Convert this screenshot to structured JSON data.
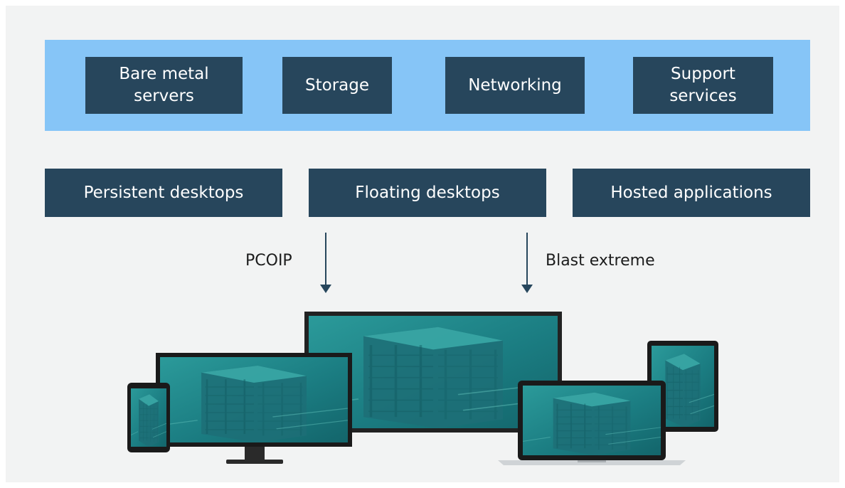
{
  "infrastructure": {
    "boxes": [
      {
        "label": "Bare metal\nservers"
      },
      {
        "label": "Storage"
      },
      {
        "label": "Networking"
      },
      {
        "label": "Support\nservices"
      }
    ]
  },
  "desktop_types": [
    {
      "label": "Persistent desktops"
    },
    {
      "label": "Floating desktops"
    },
    {
      "label": "Hosted applications"
    }
  ],
  "protocols": {
    "left": "PCOIP",
    "right": "Blast extreme"
  },
  "colors": {
    "background": "#f2f3f3",
    "infra_band": "#86c5f7",
    "box_fill": "#27465c",
    "box_text": "#ffffff",
    "arrow": "#27465c",
    "screen": "#1f8a8c"
  },
  "devices": [
    "phone-icon",
    "monitor-icon",
    "large-display-icon",
    "laptop-icon",
    "tablet-icon"
  ]
}
